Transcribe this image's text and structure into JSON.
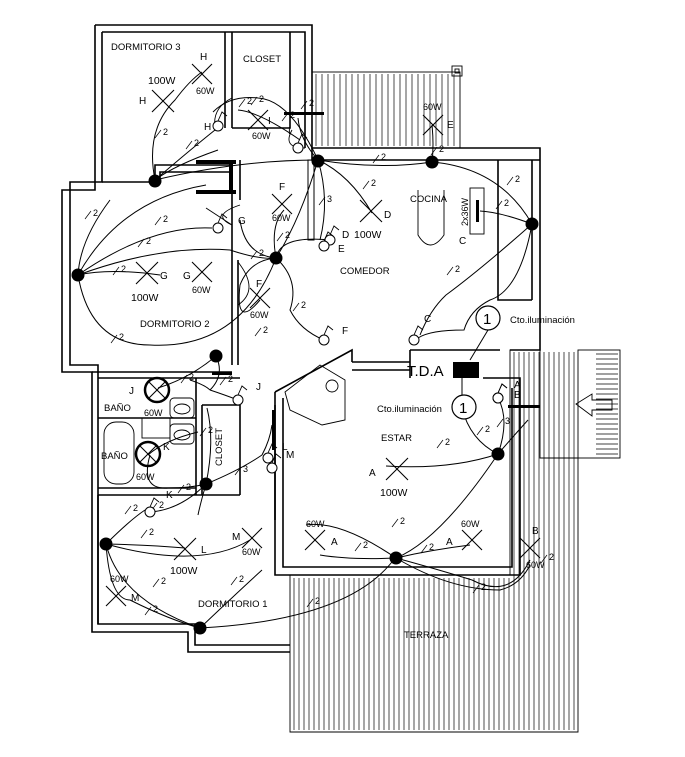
{
  "rooms": {
    "dormitorio3": "DORMITORIO 3",
    "closet_top": "CLOSET",
    "dormitorio2": "DORMITORIO 2",
    "comedor": "COMEDOR",
    "cocina": "COCINA",
    "estar": "ESTAR",
    "bano1": "BAÑO",
    "bano2": "BAÑO",
    "closet_mid": "CLOSET",
    "dormitorio1": "DORMITORIO 1",
    "terraza": "TERRAZA"
  },
  "panel": {
    "tda": "T.D.A",
    "circuit_label_1": "Cto.iluminación",
    "circuit_label_2": "Cto.iluminación",
    "circuit_no_1": "1",
    "circuit_no_2": "1"
  },
  "fixtures": [
    {
      "tag": "H",
      "watt": "60W"
    },
    {
      "tag": "H",
      "watt": "100W"
    },
    {
      "tag": "I",
      "watt": "60W"
    },
    {
      "tag": "E",
      "watt": "60W"
    },
    {
      "tag": "F",
      "watt": "60W"
    },
    {
      "tag": "D",
      "watt": "100W"
    },
    {
      "tag": "C",
      "watt": "2x36W"
    },
    {
      "tag": "G",
      "watt": "100W"
    },
    {
      "tag": "G",
      "watt": "60W"
    },
    {
      "tag": "F",
      "watt": "60W"
    },
    {
      "tag": "J",
      "watt": "60W"
    },
    {
      "tag": "K",
      "watt": "60W"
    },
    {
      "tag": "A",
      "watt": "100W"
    },
    {
      "tag": "A",
      "watt": "60W"
    },
    {
      "tag": "A",
      "watt": "60W"
    },
    {
      "tag": "B",
      "watt": "60W"
    },
    {
      "tag": "L",
      "watt": "100W"
    },
    {
      "tag": "M",
      "watt": "60W"
    },
    {
      "tag": "M",
      "watt": "60W"
    }
  ],
  "switch_tags": {
    "h": "H",
    "i": "I",
    "g": "G",
    "d": "D",
    "e": "E",
    "f_dining": "F",
    "c": "C",
    "a": "A",
    "b": "B",
    "j": "J",
    "k": "K",
    "l": "L",
    "m": "M"
  },
  "wire_counts": {
    "two": "2",
    "three": "3"
  }
}
